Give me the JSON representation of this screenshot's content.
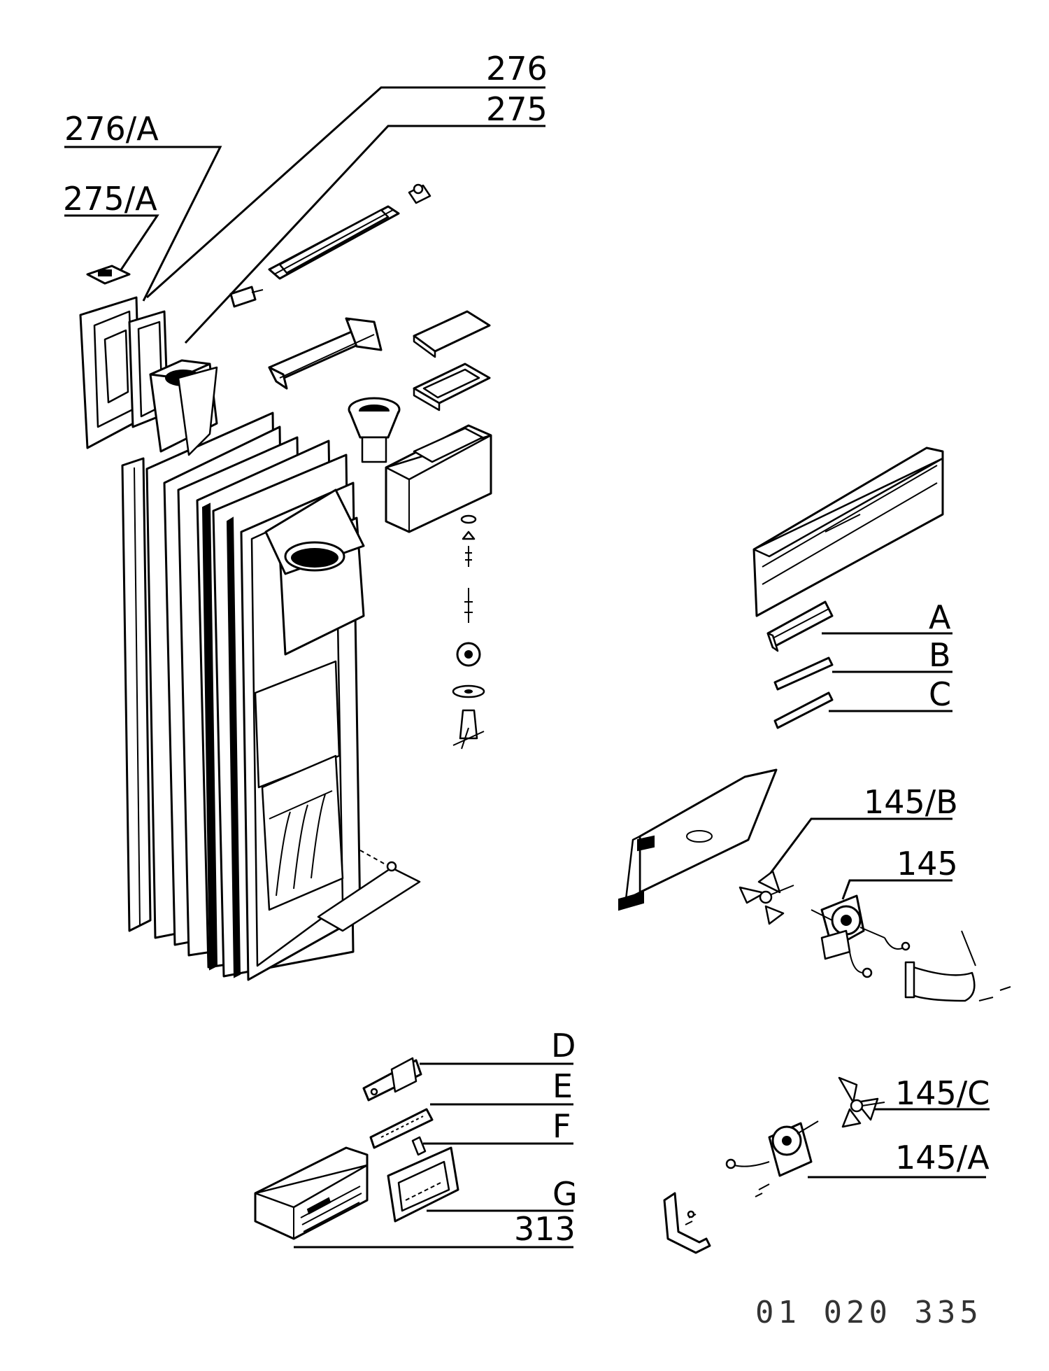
{
  "labels": {
    "l276": "276",
    "l275": "275",
    "l276a": "276/A",
    "l275a": "275/A",
    "lA": "A",
    "lB": "B",
    "lC": "C",
    "l145b": "145/B",
    "l145": "145",
    "lD": "D",
    "lE": "E",
    "lF": "F",
    "lG": "G",
    "l313": "313",
    "l145c": "145/C",
    "l145a": "145/A"
  },
  "document_code": "01 020 335"
}
